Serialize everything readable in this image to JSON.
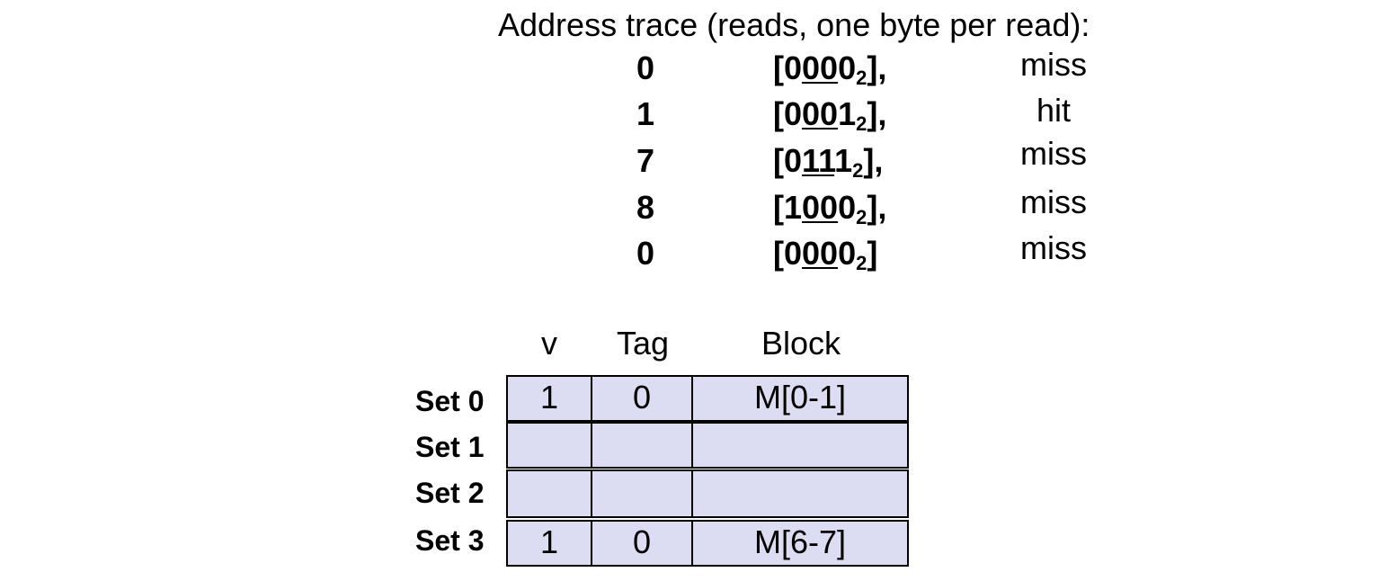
{
  "trace": {
    "heading": "Address trace (reads, one byte per read):",
    "rows": [
      {
        "decimal": "0",
        "bin_pre": "0",
        "bin_under": "00",
        "bin_post": "0",
        "base": "2",
        "suffix": "],",
        "result": "miss"
      },
      {
        "decimal": "1",
        "bin_pre": "0",
        "bin_under": "00",
        "bin_post": "1",
        "base": "2",
        "suffix": "],",
        "result": "hit"
      },
      {
        "decimal": "7",
        "bin_pre": "0",
        "bin_under": "11",
        "bin_post": "1",
        "base": "2",
        "suffix": "],",
        "result": "miss"
      },
      {
        "decimal": "8",
        "bin_pre": "1",
        "bin_under": "00",
        "bin_post": "0",
        "base": "2",
        "suffix": "],",
        "result": "miss"
      },
      {
        "decimal": "0",
        "bin_pre": "0",
        "bin_under": "00",
        "bin_post": "0",
        "base": "2",
        "suffix": "]",
        "result": "miss"
      }
    ]
  },
  "cache": {
    "headers": {
      "valid": "v",
      "tag": "Tag",
      "block": "Block"
    },
    "sets": [
      {
        "label": "Set 0",
        "valid": "1",
        "tag": "0",
        "block": "M[0-1]"
      },
      {
        "label": "Set 1",
        "valid": "",
        "tag": "",
        "block": ""
      },
      {
        "label": "Set 2",
        "valid": "",
        "tag": "",
        "block": ""
      },
      {
        "label": "Set 3",
        "valid": "1",
        "tag": "0",
        "block": "M[6-7]"
      }
    ],
    "cell_color": "#dcdcf2"
  }
}
